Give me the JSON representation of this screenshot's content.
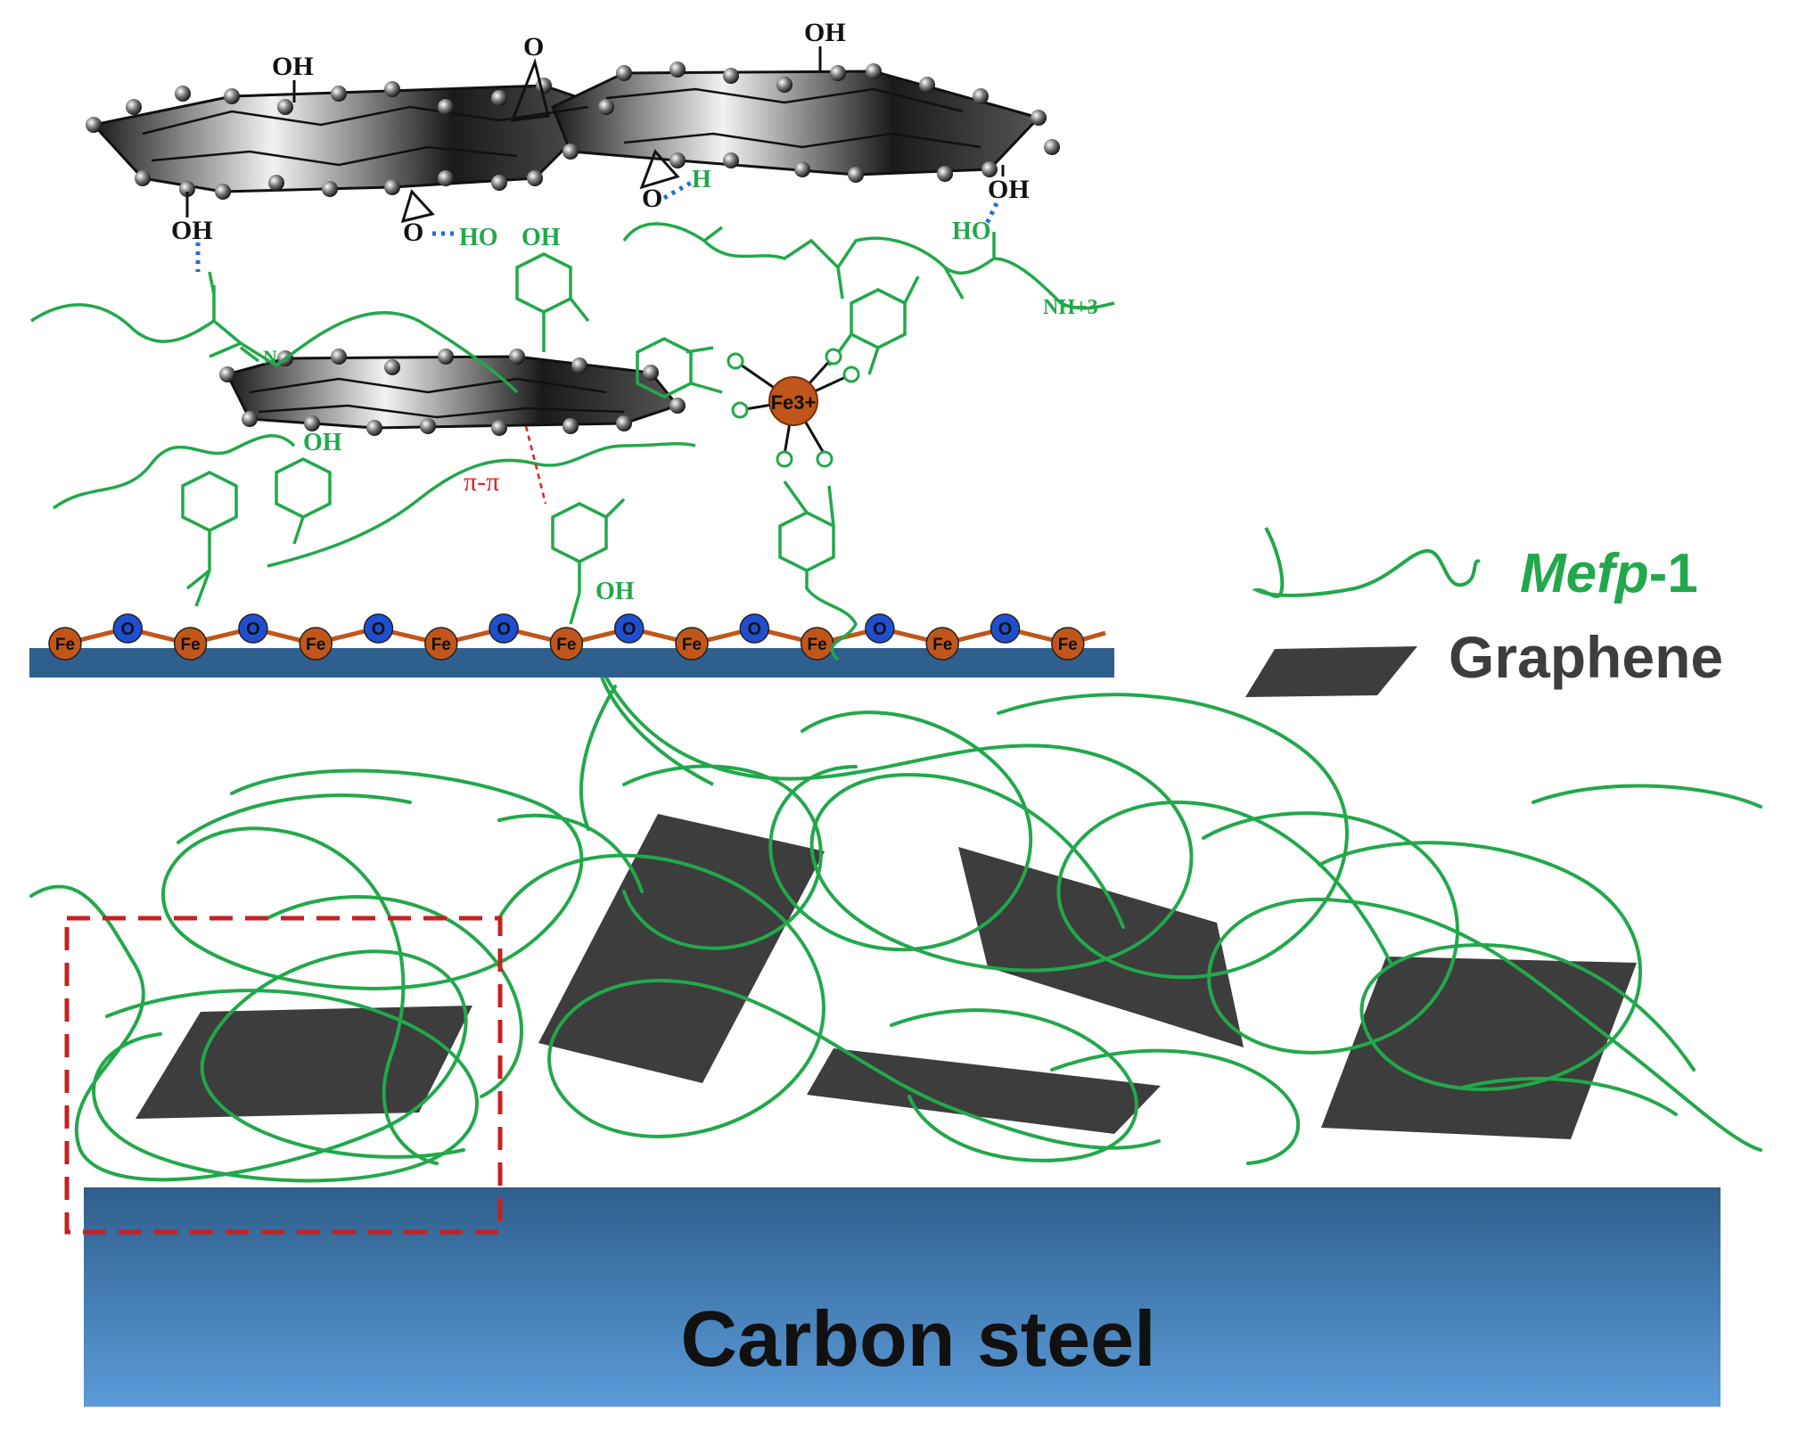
{
  "legend": {
    "mefp_prefix": "Mefp",
    "mefp_suffix": "-1",
    "graphene": "Graphene"
  },
  "substrate": {
    "label": "Carbon steel"
  },
  "inset": {
    "oh_labels": [
      "OH",
      "OH",
      "OH",
      "OH",
      "OH",
      "OH",
      "OH",
      "OH"
    ],
    "o_label": "O",
    "h_label": "H",
    "ho_label": "HO",
    "nh3_label": "NH+3",
    "n_label": "N",
    "fe3_label": "Fe3+",
    "pi_pi_label": "π-π",
    "surface_atoms": [
      "Fe",
      "O",
      "Fe",
      "O",
      "Fe",
      "O",
      "Fe",
      "O",
      "Fe",
      "O",
      "Fe",
      "O",
      "Fe",
      "O",
      "Fe",
      "O",
      "Fe"
    ]
  },
  "colors": {
    "polymer_green": "#22a84a",
    "graphene_dark": "#3a3a3a",
    "steel_top": "#2f5f8c",
    "steel_bottom": "#5b9bd9",
    "fe_orange": "#c0561a",
    "o_blue": "#1f4fd1",
    "hbond_blue": "#1f6fe0",
    "pi_red": "#e02020",
    "inset_box_red": "#c82020"
  }
}
